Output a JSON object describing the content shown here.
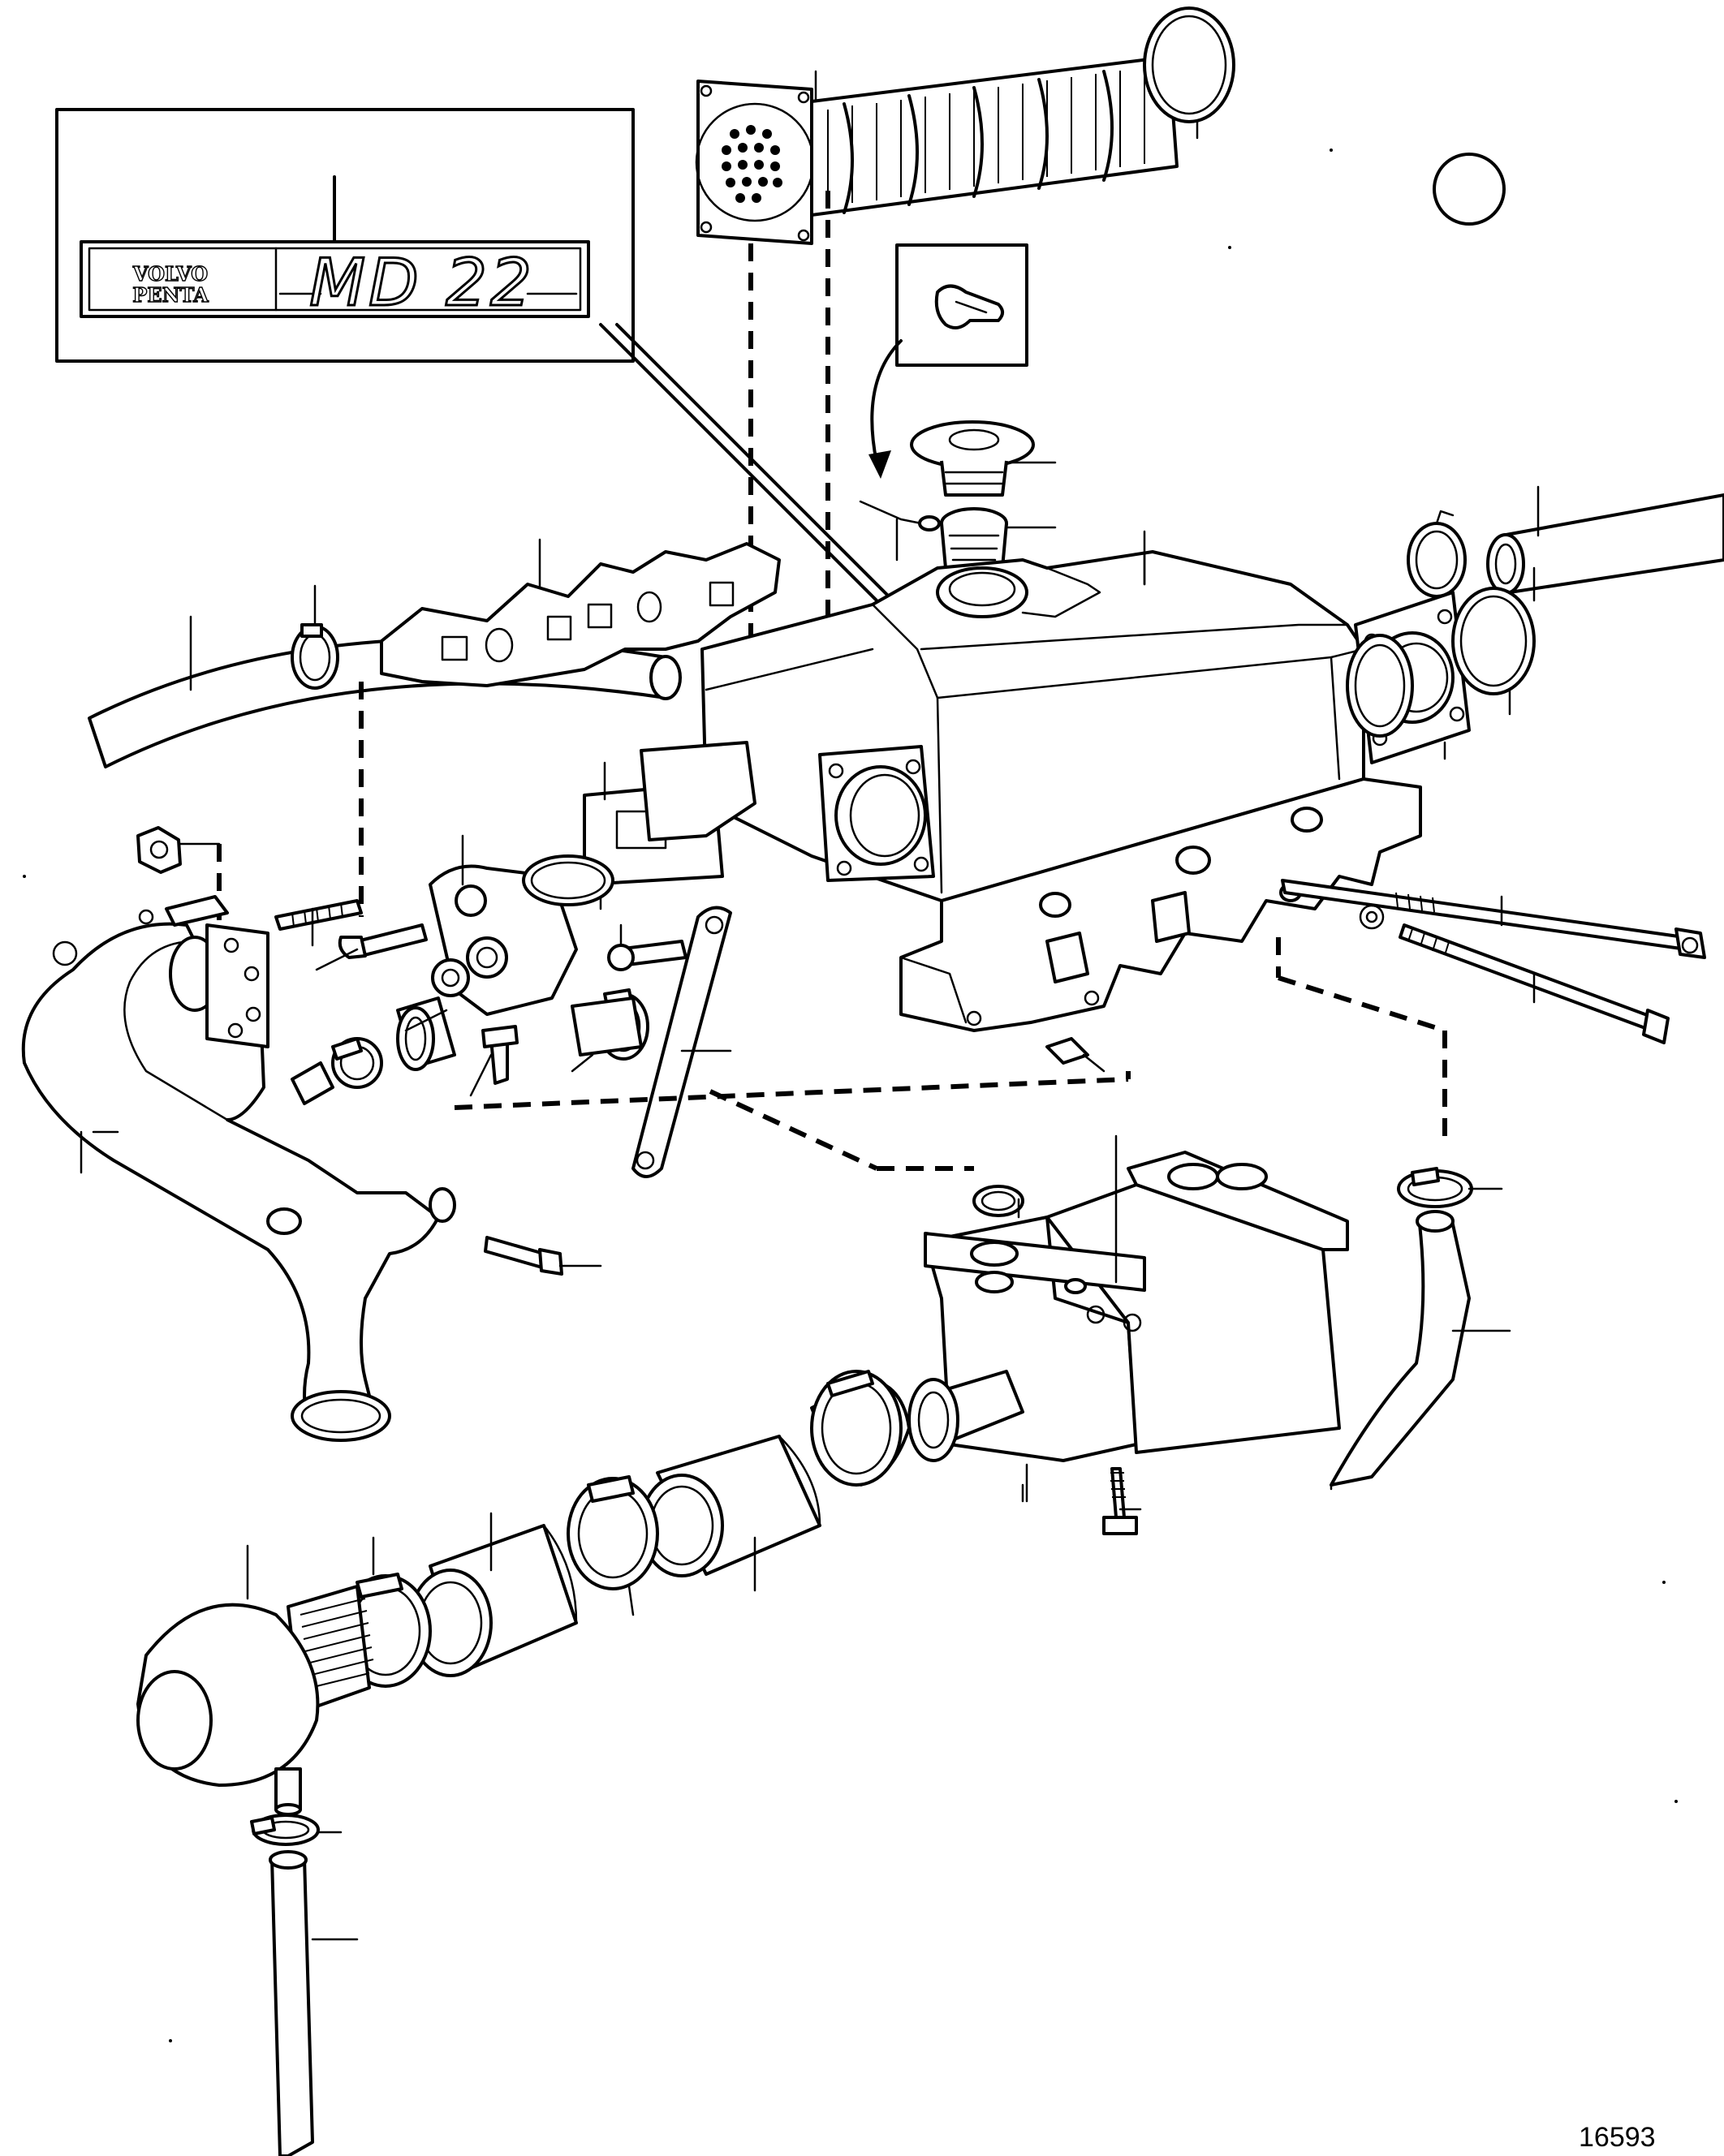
{
  "badge": {
    "brand_line1": "VOLVO",
    "brand_line2": "PENTA",
    "model": "MD 22"
  },
  "figure_number": "16593"
}
